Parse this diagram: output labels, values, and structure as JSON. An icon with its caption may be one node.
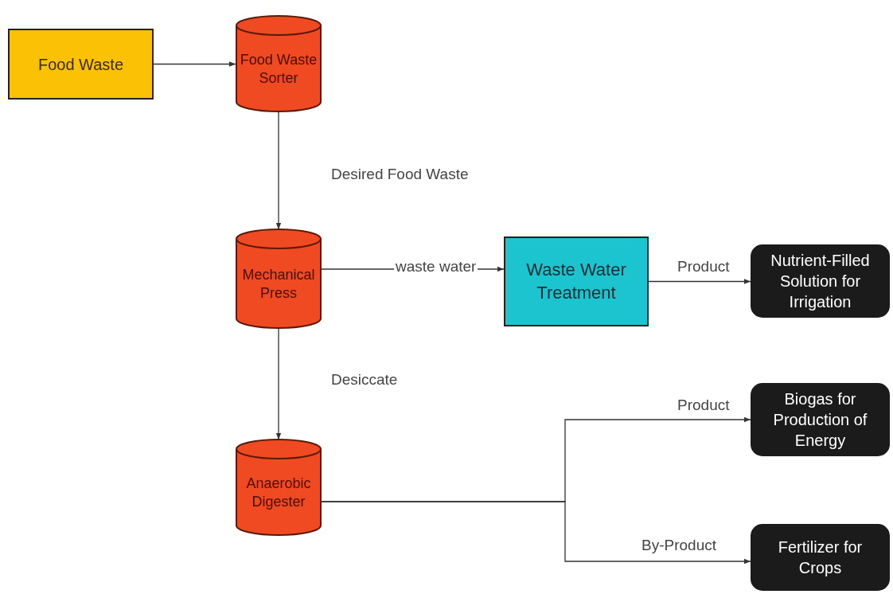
{
  "diagram": {
    "nodes": [
      {
        "text": [
          "Food Waste"
        ]
      },
      {
        "text": [
          "Food Waste Sorter"
        ]
      },
      {
        "text": [
          "Mechanical Press"
        ]
      },
      {
        "text": [
          "Waste Water Treatment"
        ]
      },
      {
        "text": [
          "Nutrient-Filled Solution for Irrigation"
        ]
      },
      {
        "text": [
          "Anaerobic Digester"
        ]
      },
      {
        "text": [
          "Biogas for Production of Energy"
        ]
      },
      {
        "text": [
          "Fertilizer for Crops"
        ]
      }
    ],
    "edges": [
      {
        "from": 0,
        "to": 1,
        "arrow": "to"
      },
      {
        "from": 1,
        "to": 2,
        "arrow": "to",
        "label": "Desired Food Waste"
      },
      {
        "from": 2,
        "to": 3,
        "arrow": "to",
        "label": "waste water"
      },
      {
        "from": 3,
        "to": 4,
        "arrow": "to",
        "label": "Product"
      },
      {
        "from": 2,
        "to": 5,
        "arrow": "to",
        "label": "Desiccate"
      },
      {
        "from": 5,
        "to": 6,
        "arrow": "to",
        "label": "Product"
      },
      {
        "from": 5,
        "to": 7,
        "arrow": "to",
        "label": "By-Product"
      }
    ]
  }
}
